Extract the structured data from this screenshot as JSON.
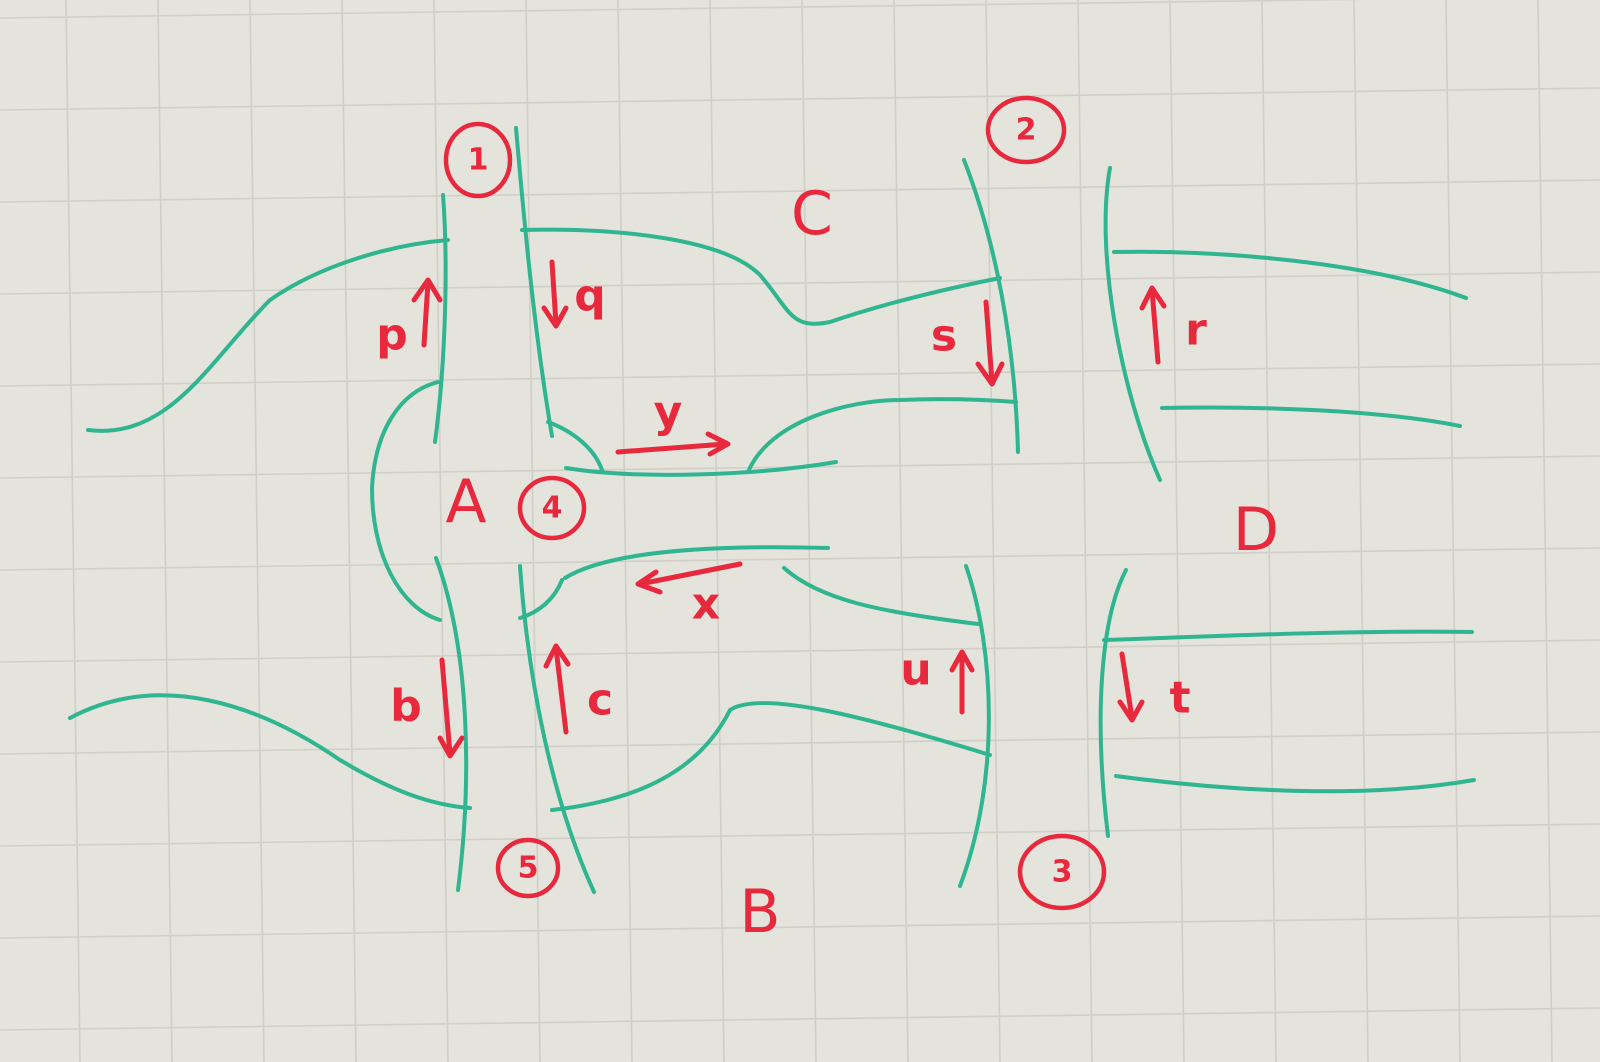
{
  "regions": {
    "a": "A",
    "b": "B",
    "c": "C",
    "d": "D"
  },
  "bridges": [
    "1",
    "2",
    "3",
    "4",
    "5"
  ],
  "flows": {
    "p": "p",
    "q": "q",
    "r": "r",
    "s": "s",
    "t": "t",
    "u": "u",
    "x": "x",
    "y": "y",
    "b": "b",
    "c": "c"
  },
  "colors": {
    "ink": "#e8283c",
    "shore": "#2fb58f",
    "paper": "#e4e3dc",
    "grid": "#cfcfc8"
  }
}
